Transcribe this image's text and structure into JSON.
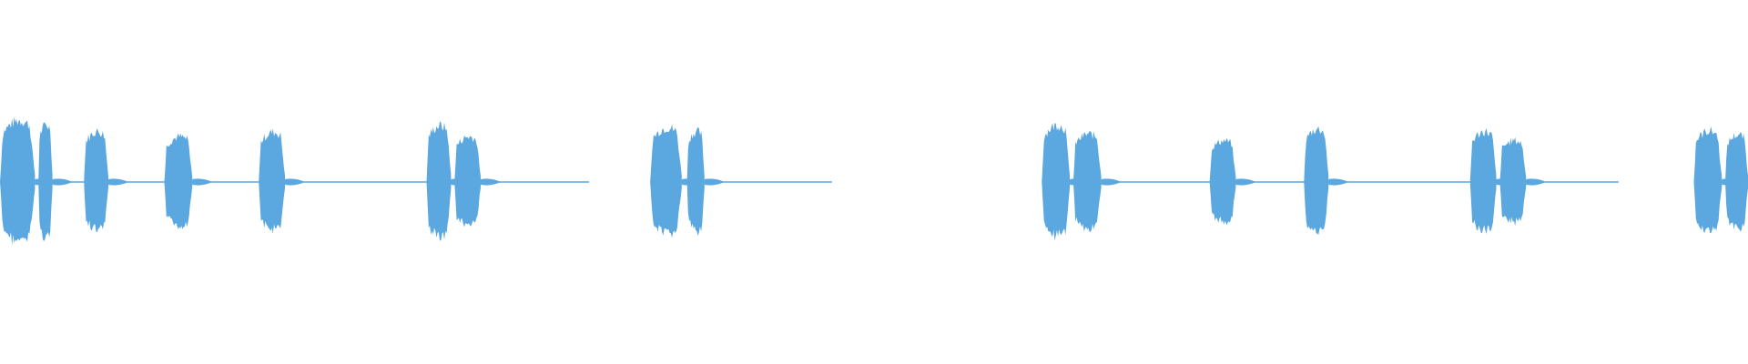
{
  "waveform": {
    "color": "#5ba8e0",
    "background": "#ffffff",
    "duration_label": "",
    "bursts": [
      {
        "start": 0.0,
        "end": 0.02,
        "amp": 0.95
      },
      {
        "start": 0.022,
        "end": 0.03,
        "amp": 0.88
      },
      {
        "start": 0.048,
        "end": 0.062,
        "amp": 0.78
      },
      {
        "start": 0.094,
        "end": 0.11,
        "amp": 0.7
      },
      {
        "start": 0.148,
        "end": 0.163,
        "amp": 0.77
      },
      {
        "start": 0.244,
        "end": 0.258,
        "amp": 0.87
      },
      {
        "start": 0.26,
        "end": 0.275,
        "amp": 0.7
      },
      {
        "start": 0.372,
        "end": 0.39,
        "amp": 0.84
      },
      {
        "start": 0.393,
        "end": 0.403,
        "amp": 0.78
      },
      {
        "start": 0.596,
        "end": 0.612,
        "amp": 0.88
      },
      {
        "start": 0.614,
        "end": 0.63,
        "amp": 0.74
      },
      {
        "start": 0.692,
        "end": 0.707,
        "amp": 0.64
      },
      {
        "start": 0.746,
        "end": 0.76,
        "amp": 0.82
      },
      {
        "start": 0.841,
        "end": 0.856,
        "amp": 0.78
      },
      {
        "start": 0.858,
        "end": 0.873,
        "amp": 0.64
      },
      {
        "start": 0.969,
        "end": 0.985,
        "amp": 0.79
      },
      {
        "start": 0.987,
        "end": 1.0,
        "amp": 0.73
      }
    ],
    "silences": [
      {
        "start": 0.337,
        "end": 0.372
      },
      {
        "start": 0.476,
        "end": 0.596
      },
      {
        "start": 0.926,
        "end": 0.969
      }
    ]
  }
}
